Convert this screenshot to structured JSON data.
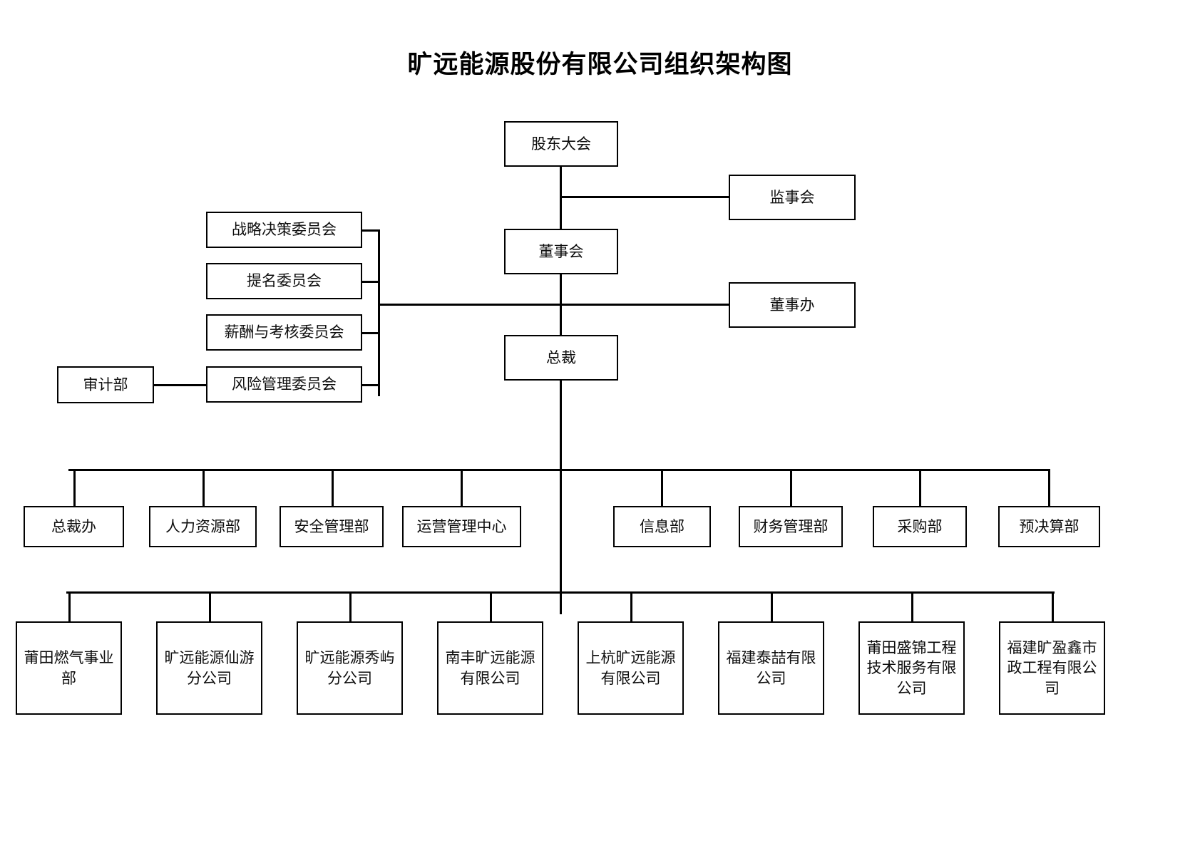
{
  "document": {
    "title": "旷远能源股份有限公司组织架构图"
  },
  "nodes": {
    "shareholders_meeting": "股东大会",
    "board_of_supervisors": "监事会",
    "board_of_directors": "董事会",
    "board_office": "董事办",
    "president": "总裁",
    "audit_department": "审计部"
  },
  "committees": [
    {
      "label": "战略决策委员会"
    },
    {
      "label": "提名委员会"
    },
    {
      "label": "薪酬与考核委员会"
    },
    {
      "label": "风险管理委员会"
    }
  ],
  "departments": [
    {
      "label": "总裁办"
    },
    {
      "label": "人力资源部"
    },
    {
      "label": "安全管理部"
    },
    {
      "label": "运营管理中心"
    },
    {
      "label": "信息部"
    },
    {
      "label": "财务管理部"
    },
    {
      "label": "采购部"
    },
    {
      "label": "预决算部"
    }
  ],
  "subsidiaries": [
    {
      "label": "莆田燃气事业部"
    },
    {
      "label": "旷远能源仙游分公司"
    },
    {
      "label": "旷远能源秀屿分公司"
    },
    {
      "label": "南丰旷远能源有限公司"
    },
    {
      "label": "上杭旷远能源有限公司"
    },
    {
      "label": "福建泰喆有限公司"
    },
    {
      "label": "莆田盛锦工程技术服务有限公司"
    },
    {
      "label": "福建旷盈鑫市政工程有限公司"
    }
  ],
  "colors": {
    "border": "#000000",
    "background": "#ffffff",
    "text": "#0d0d0d"
  }
}
